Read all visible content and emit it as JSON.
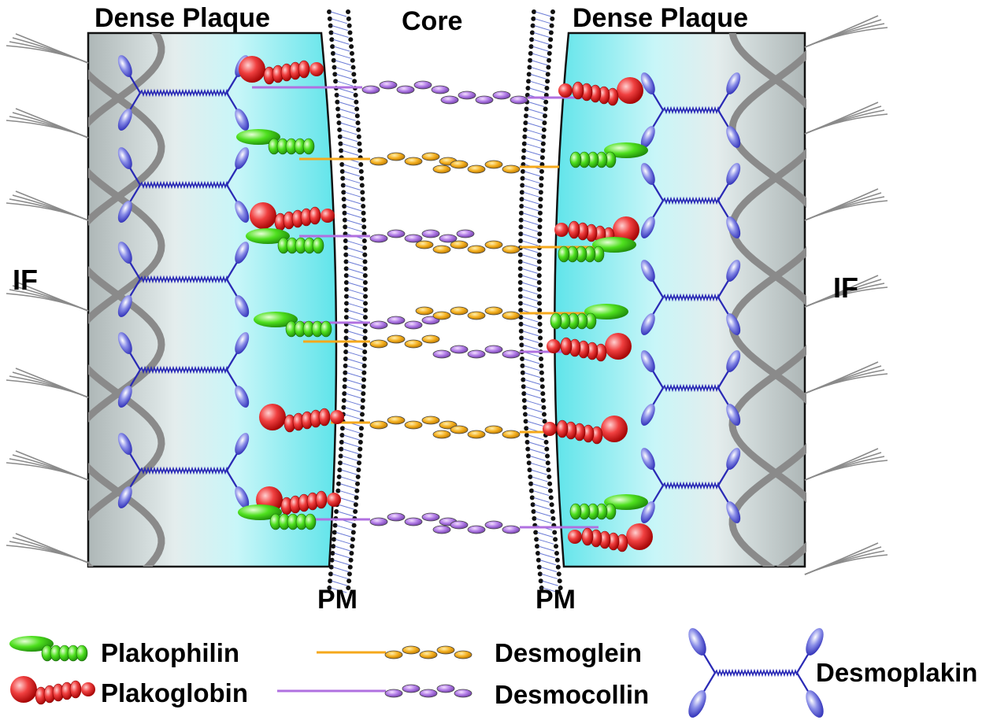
{
  "labels": {
    "dense_plaque_left": "Dense Plaque",
    "dense_plaque_right": "Dense Plaque",
    "core": "Core",
    "if_left": "IF",
    "if_right": "IF",
    "pm_left": "PM",
    "pm_right": "PM"
  },
  "legend": {
    "plakophilin": "Plakophilin",
    "plakoglobin": "Plakoglobin",
    "desmoglein": "Desmoglein",
    "desmocollin": "Desmocollin",
    "desmoplakin": "Desmoplakin"
  },
  "colors": {
    "plaque_cyan": "#6fe6ea",
    "plaque_gray": "#c9cfcf",
    "plakophilin": "#3ddc1e",
    "plakoglobin": "#f01818",
    "desmoglein": "#f5a81b",
    "desmocollin": "#b070e0",
    "desmoplakin": "#2a2ab5",
    "intermediate_filament": "#8a8a8a",
    "membrane": "#111111"
  }
}
